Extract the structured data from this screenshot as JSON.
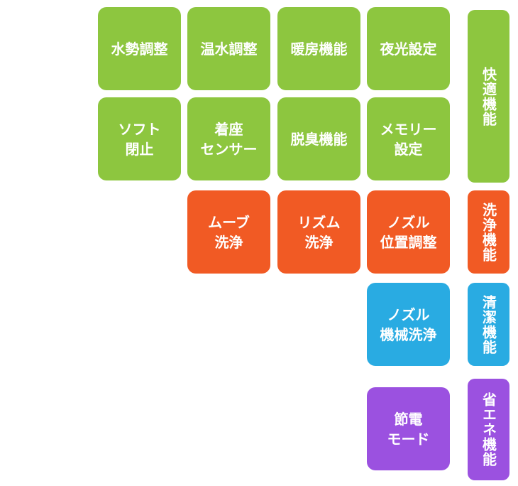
{
  "colors": {
    "comfort": "#8dc63f",
    "cleaning": "#f15a24",
    "hygiene": "#29abe2",
    "eco": "#9b51e0"
  },
  "categories": {
    "comfort": "快適機能",
    "cleaning": "洗浄機能",
    "hygiene": "清潔機能",
    "eco": "省エネ機能"
  },
  "tiles": {
    "water_pressure": [
      "水勢調整"
    ],
    "water_temp": [
      "温水調整"
    ],
    "seat_heating": [
      "暖房機能"
    ],
    "night_light": [
      "夜光設定"
    ],
    "soft_close": [
      "ソフト",
      "閉止"
    ],
    "seat_sensor": [
      "着座",
      "センサー"
    ],
    "deodorize": [
      "脱臭機能"
    ],
    "memory": [
      "メモリー",
      "設定"
    ],
    "move_wash": [
      "ムーブ",
      "洗浄"
    ],
    "rhythm_wash": [
      "リズム",
      "洗浄"
    ],
    "nozzle_position": [
      "ノズル",
      "位置調整"
    ],
    "nozzle_clean": [
      "ノズル",
      "機械洗浄"
    ],
    "power_save": [
      "節電",
      "モード"
    ]
  }
}
